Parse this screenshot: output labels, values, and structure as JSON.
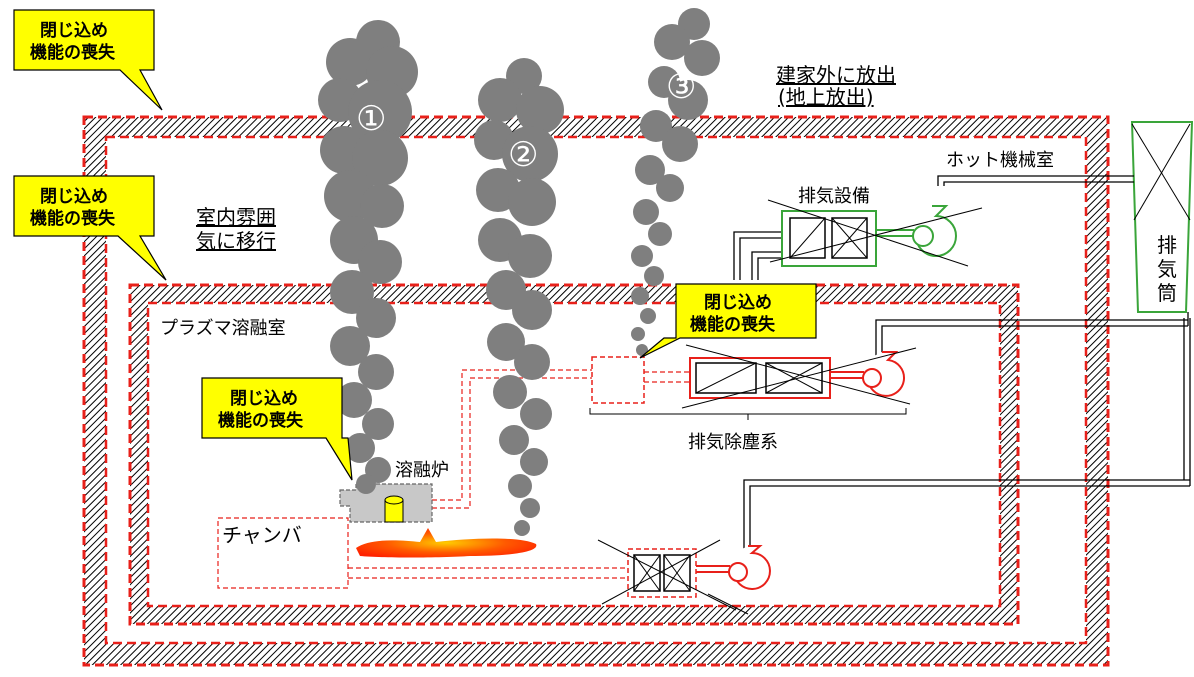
{
  "callouts": {
    "top_left": [
      "閉じ込め",
      "機能の喪失"
    ],
    "mid_left": [
      "閉じ込め",
      "機能の喪失"
    ],
    "furnace": [
      "閉じ込め",
      "機能の喪失"
    ],
    "dust": [
      "閉じ込め",
      "機能の喪失"
    ]
  },
  "labels": {
    "release_outside": [
      "建家外に放出",
      "(地上放出)"
    ],
    "indoor_transfer": [
      "室内雰囲",
      "気に移行"
    ],
    "plasma_room": "プラズマ溶融室",
    "hot_machine_room": "ホット機械室",
    "exhaust_equipment": "排気設備",
    "exhaust_dust_system": "排気除塵系",
    "melting_furnace": "溶融炉",
    "chamber": "チャンバ",
    "stack": [
      "排",
      "気",
      "筒"
    ]
  },
  "plumes": [
    "①",
    "②",
    "③"
  ],
  "colors": {
    "red_boundary": "#e8201a",
    "hatch": "#000000",
    "smoke": "#808080",
    "callout_fill": "#ffff00",
    "stack_green": "#3aa53a",
    "fan_red": "#e8201a",
    "molten": "#ff3300",
    "canister": "#ffff00"
  },
  "icons": [
    "fan-icon",
    "filter-icon",
    "canister-icon"
  ]
}
